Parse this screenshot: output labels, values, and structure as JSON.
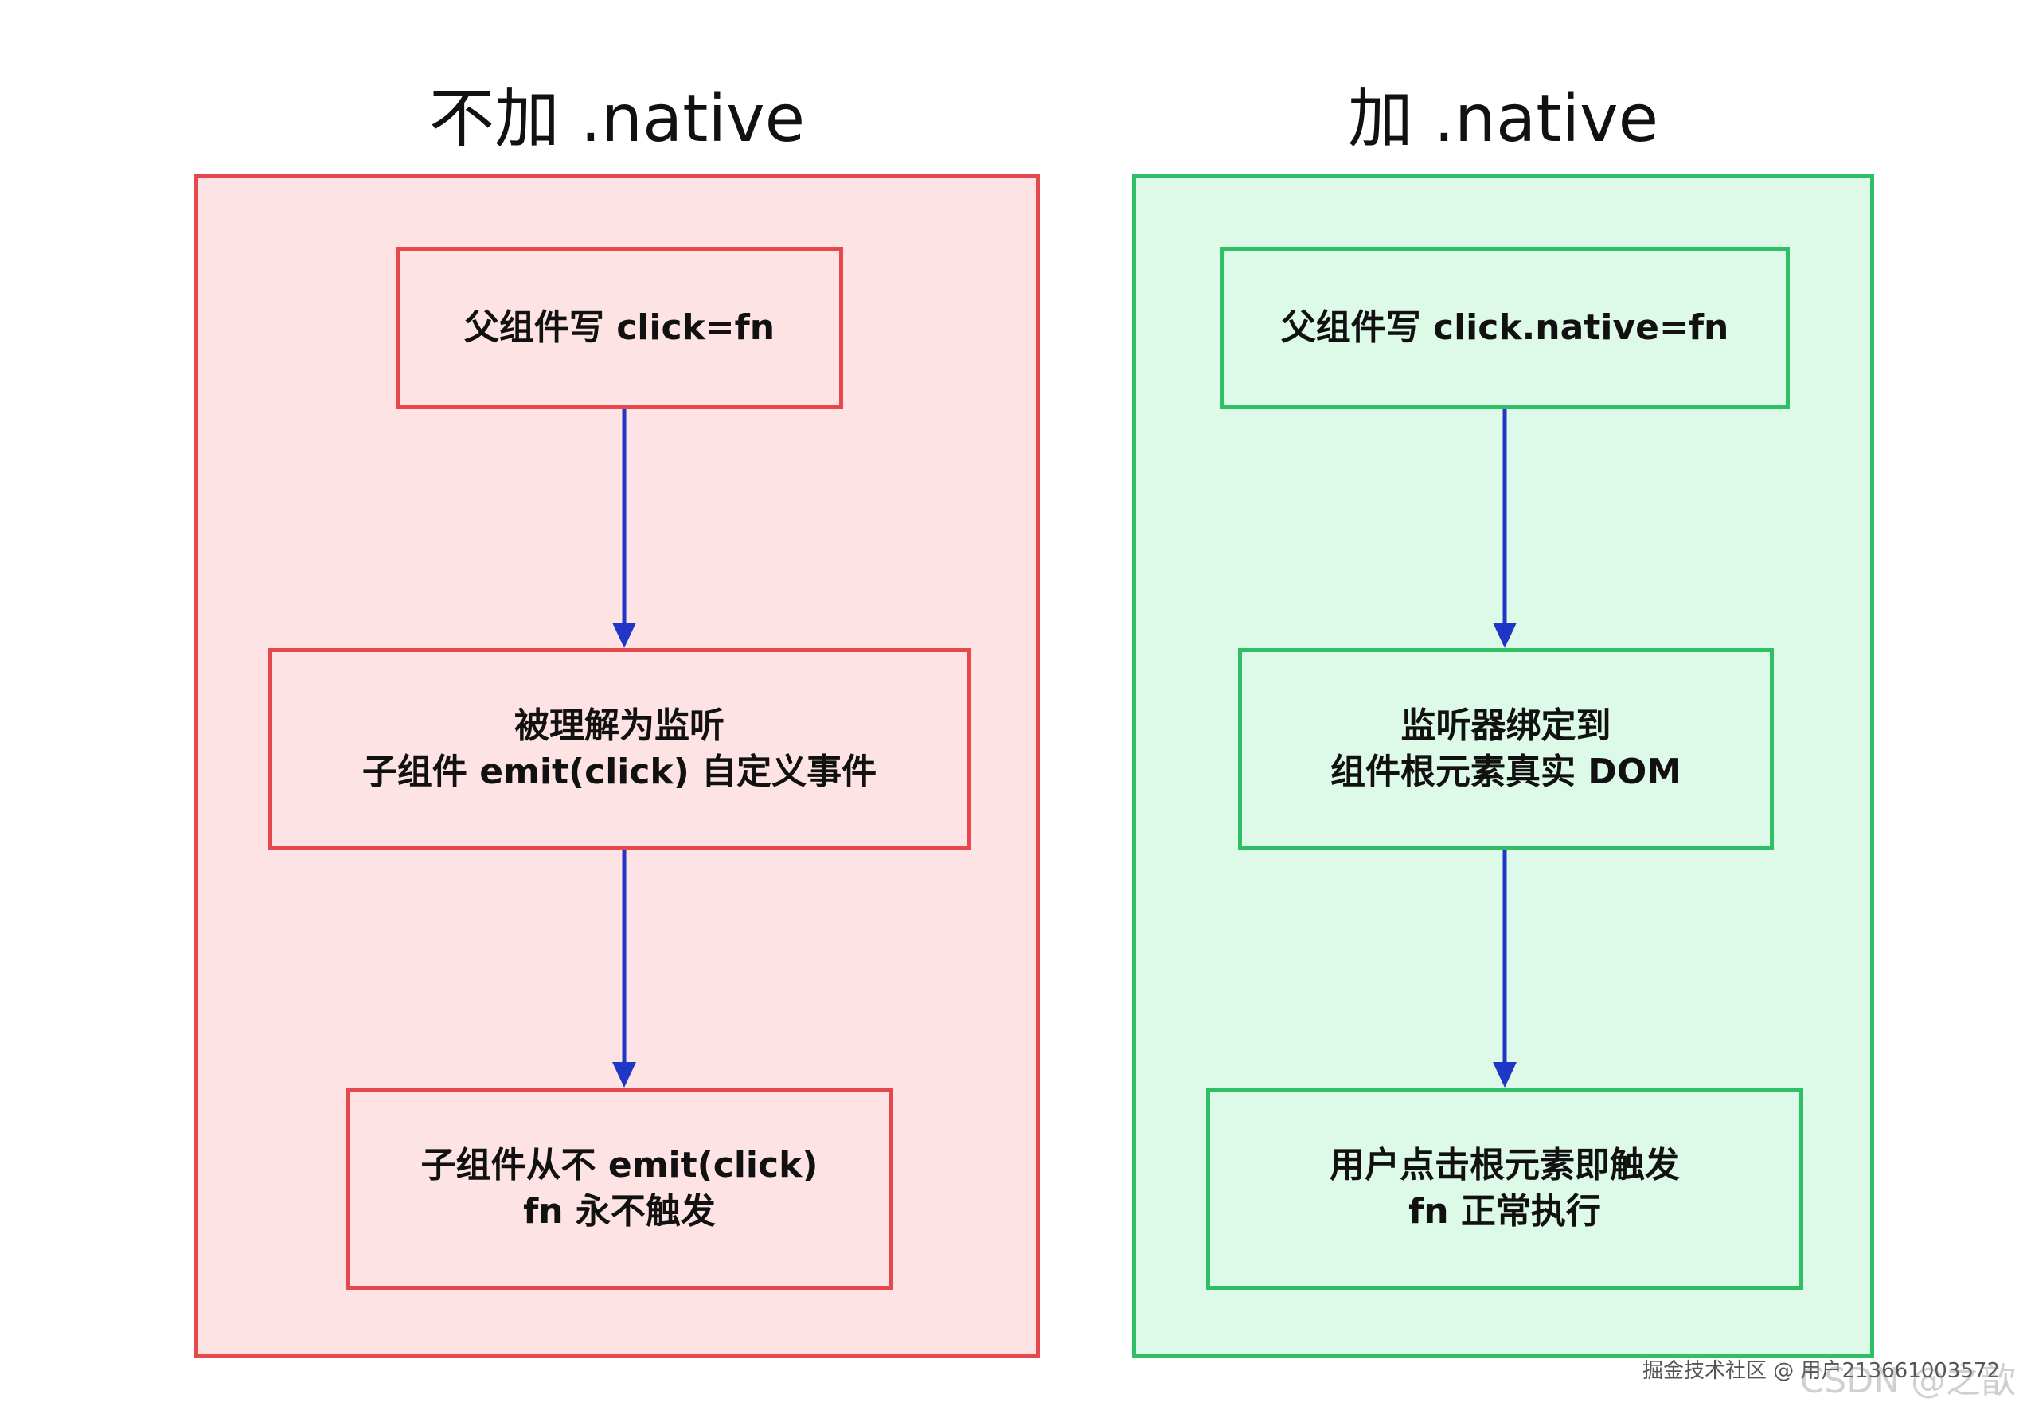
{
  "left": {
    "title": "不加 .native",
    "border_color": "#e5484d",
    "fill_color": "#fde3e3",
    "nodes": [
      {
        "lines": [
          "父组件写 click=fn"
        ]
      },
      {
        "lines": [
          "被理解为监听",
          "子组件 emit(click) 自定义事件"
        ]
      },
      {
        "lines": [
          "子组件从不 emit(click)",
          "fn 永不触发"
        ]
      }
    ]
  },
  "right": {
    "title": "加 .native",
    "border_color": "#2fbf64",
    "fill_color": "#ddf9e8",
    "nodes": [
      {
        "lines": [
          "父组件写 click.native=fn"
        ]
      },
      {
        "lines": [
          "监听器绑定到",
          "组件根元素真实 DOM"
        ]
      },
      {
        "lines": [
          "用户点击根元素即触发",
          "fn 正常执行"
        ]
      }
    ]
  },
  "arrow_color": "#1f36c7",
  "watermark": {
    "line1": "掘金技术社区 @ 用户213661003572",
    "line2": "CSDN @之歆"
  }
}
